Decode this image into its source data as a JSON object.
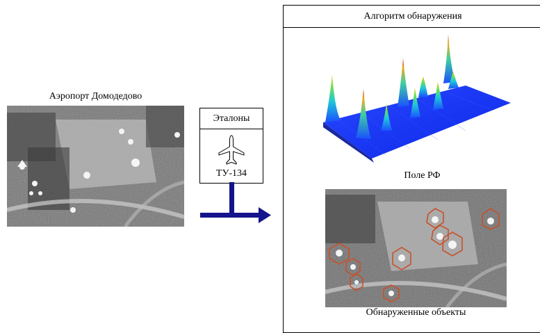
{
  "input_image": {
    "caption": "Аэропорт Домодедово"
  },
  "references": {
    "title": "Эталоны",
    "model": "ТУ-134",
    "icon": "airplane-icon"
  },
  "algorithm": {
    "title": "Алгоритм обнаружения",
    "field_caption": "Поле РФ",
    "result_caption": "Обнаруженные объекты"
  },
  "colors": {
    "arrow": "#14148c",
    "detection": "#c8502a",
    "surface": "#1a3cff"
  }
}
